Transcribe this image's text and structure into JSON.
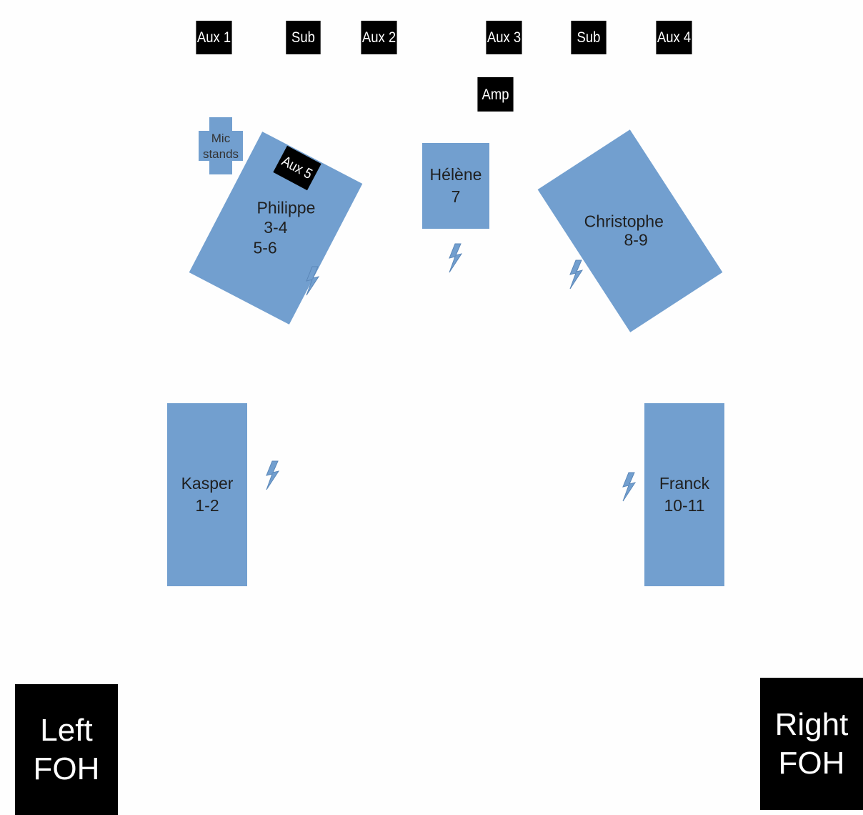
{
  "speakers": {
    "aux1": "Aux 1",
    "sub_left": "Sub",
    "aux2": "Aux 2",
    "aux3": "Aux 3",
    "sub_right": "Sub",
    "aux4": "Aux 4",
    "amp": "Amp",
    "aux5": "Aux 5"
  },
  "mic_stands": {
    "line1": "Mic",
    "line2": "stands"
  },
  "musicians": {
    "philippe": {
      "name": "Philippe",
      "ch1": "3-4",
      "ch2": "5-6"
    },
    "helene": {
      "name": "Hélène",
      "ch": "7"
    },
    "christophe": {
      "name": "Christophe",
      "ch": "8-9"
    },
    "kasper": {
      "name": "Kasper",
      "ch": "1-2"
    },
    "franck": {
      "name": "Franck",
      "ch": "10-11"
    }
  },
  "foh": {
    "left": {
      "line1": "Left",
      "line2": "FOH"
    },
    "right": {
      "line1": "Right",
      "line2": "FOH"
    }
  },
  "colors": {
    "zone": "#729fcf",
    "speaker": "#000000",
    "background": "#fefefe",
    "power_icon": "#729fcf"
  },
  "icons": {
    "power": "lightning-bolt-icon"
  }
}
